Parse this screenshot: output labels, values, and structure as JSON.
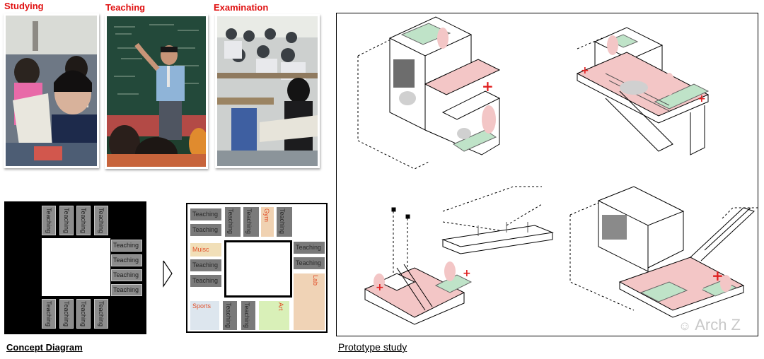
{
  "photos": {
    "studying": "Studying",
    "teaching": "Teaching",
    "examination": "Examination"
  },
  "concept": {
    "title": "Concept Diagram",
    "top_blocks": [
      "Teaching",
      "Teaching",
      "Teaching",
      "Teaching"
    ],
    "right_blocks": [
      "Teaching",
      "Teaching",
      "Teaching",
      "Teaching"
    ],
    "bottom_blocks": [
      "Teaching",
      "Teaching",
      "Teaching",
      "Teaching"
    ]
  },
  "plan": {
    "left_top": [
      "Teaching",
      "Teaching"
    ],
    "top_vertical": [
      "Teaching",
      "Teaching"
    ],
    "gym": "Gym",
    "top_right_vertical": "Teaching",
    "music": "Muisc",
    "left_mid": [
      "Teaching",
      "Teaching"
    ],
    "right_mid": [
      "Teaching",
      "Teaching"
    ],
    "lab": "Lab",
    "sports": "Sports",
    "bottom_vertical": [
      "Teaching",
      "Teaching"
    ],
    "art": "Art",
    "colors": {
      "gray": "#7a7a7a",
      "music": "#f1dfb8",
      "gym": "#f0d2b2",
      "lab": "#f0d3b6",
      "sports": "#dde6ee",
      "art": "#d9f0b8",
      "accent_red": "#e2502a"
    }
  },
  "prototype": {
    "title": "Prototype study",
    "watermark": "Arch Z",
    "colors": {
      "pink": "#f3c6c6",
      "green": "#bfe3c8",
      "red_plus": "#e02020"
    }
  }
}
